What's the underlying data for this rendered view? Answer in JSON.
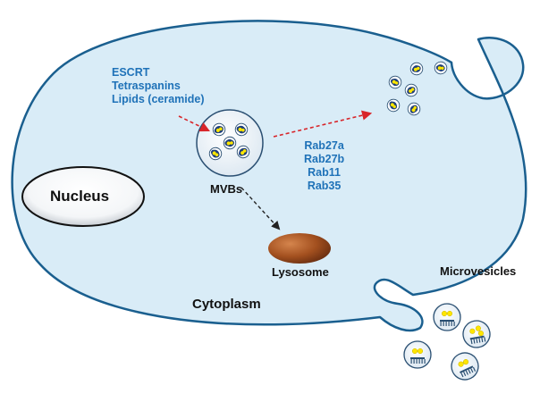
{
  "labels": {
    "nucleus": "Nucleus",
    "mvbs": "MVBs",
    "lysosome": "Lysosome",
    "microvesicles": "Microvesicles",
    "cytoplasm": "Cytoplasm"
  },
  "mvb_factors": [
    "ESCRT",
    "Tetraspanins",
    "Lipids (ceramide)"
  ],
  "rab_proteins": [
    "Rab27a",
    "Rab27b",
    "Rab11",
    "Rab35"
  ],
  "colors": {
    "cytoplasm_fill": "#d9ecf7",
    "outline": "#1a5f8f",
    "label_blue": "#1f72b8",
    "secretion_arrow": "#d8252a",
    "lysosome": "#a3501f"
  }
}
